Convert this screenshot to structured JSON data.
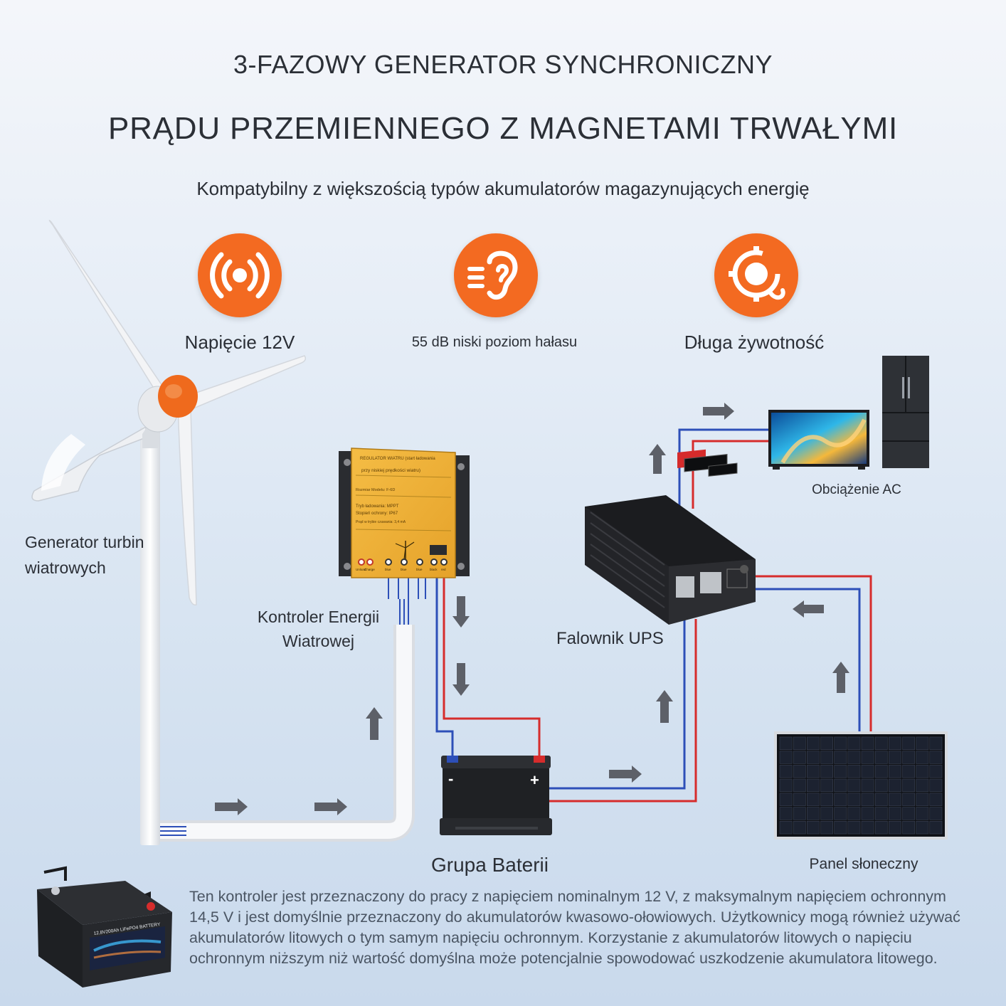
{
  "header": {
    "title_line1": "3-FAZOWY GENERATOR SYNCHRONICZNY",
    "title_line2": "PRĄDU PRZEMIENNEGO Z MAGNETAMI TRWAŁYMI",
    "subtitle": "Kompatybilny z większością typów akumulatorów magazynujących energię"
  },
  "features": [
    {
      "label": "Napięcie 12V",
      "icon": "sound-waves-icon"
    },
    {
      "label": "55 dB niski poziom hałasu",
      "icon": "ear-icon"
    },
    {
      "label": "Długa żywotność",
      "icon": "gear-lifetime-icon"
    }
  ],
  "components": {
    "turbine_line1": "Generator turbin",
    "turbine_line2": "wiatrowych",
    "controller_line1": "Kontroler Energii",
    "controller_line2": "Wiatrowej",
    "inverter": "Falownik UPS",
    "ac_load": "Obciążenie AC",
    "battery": "Grupa Baterii",
    "solar": "Panel słoneczny"
  },
  "controller_panel": {
    "line1": "REGULATOR WIATRU (start ładowania",
    "line2": "przy niskiej prędkości wiatru)",
    "line3": "Rozmiar Modelu: F-6D",
    "line4": "Tryb ładowania: MPPT",
    "line5": "Stopień ochrony: IP67",
    "line6": "Prąd w trybie czuwania: 3,4 mA",
    "term1": "Unload",
    "term2": "Charge",
    "term3": "blue",
    "term4": "blue",
    "term5": "blue",
    "term6": "black",
    "term7": "red"
  },
  "battery_marks": {
    "minus": "-",
    "plus": "+"
  },
  "lithium_battery_label": "12,8V200Ah LiFePO4 BATTERY",
  "note": "Ten kontroler jest przeznaczony do pracy z napięciem nominalnym 12 V, z maksymalnym napięciem ochronnym 14,5 V i jest domyślnie przeznaczony do akumulatorów kwasowo-ołowiowych. Użytkownicy mogą również używać akumulatorów litowych o tym samym napięciu ochronnym. Korzystanie z akumulatorów litowych o napięciu ochronnym niższym niż wartość domyślna może potencjalnie spowodować uszkodzenie akumulatora litowego.",
  "colors": {
    "accent": "#f36a21",
    "controller_yellow": "#f0b335",
    "wire_blue": "#2d4fb8",
    "wire_red": "#d62c2c",
    "arrow_gray": "#5d6068"
  }
}
